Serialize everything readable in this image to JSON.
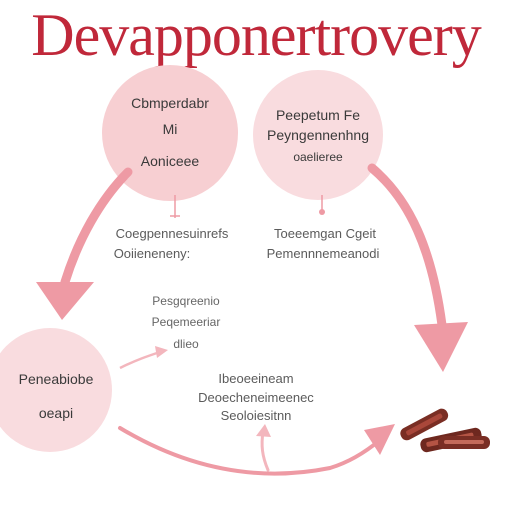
{
  "title": "Devapponertrovery",
  "colors": {
    "title": "#c0283a",
    "node_fill": "#f7cfd2",
    "node_fill_light": "#f9dcdf",
    "arrow": "#ee9aa4",
    "arrow_light": "#f3b6bd",
    "text_dark": "#3a3a3a",
    "text_mid": "#5b5b5b",
    "food": "#7a2e24"
  },
  "nodes": {
    "top_left": {
      "line1": "Cbmperdabr",
      "line2": "Mi",
      "line3": "Aoniceee"
    },
    "top_right": {
      "line1": "Peepetum Fe",
      "line2": "Peyngennenhng",
      "line3": "oaelieree"
    },
    "bottom_left": {
      "line1": "Peneabiobe",
      "line2": "oeapi"
    }
  },
  "labels": {
    "left_caption": {
      "line1": "Coegpennesuinrefs",
      "line2": "Ooiieneneny:"
    },
    "right_caption": {
      "line1": "Toeeemgan Cgeit",
      "line2": "Pemennnemeanodi"
    },
    "middle_note": {
      "line1": "Pesgqreenio",
      "line2": "Peqemeeriar",
      "line3": "dlieo"
    },
    "bottom_note": {
      "line1": "Ibeoeeineam",
      "line2": "Deoecheneimeenec",
      "line3": "Seoloiesitnn"
    }
  },
  "icons": {
    "food_item": "chocolate-sticks-icon"
  }
}
